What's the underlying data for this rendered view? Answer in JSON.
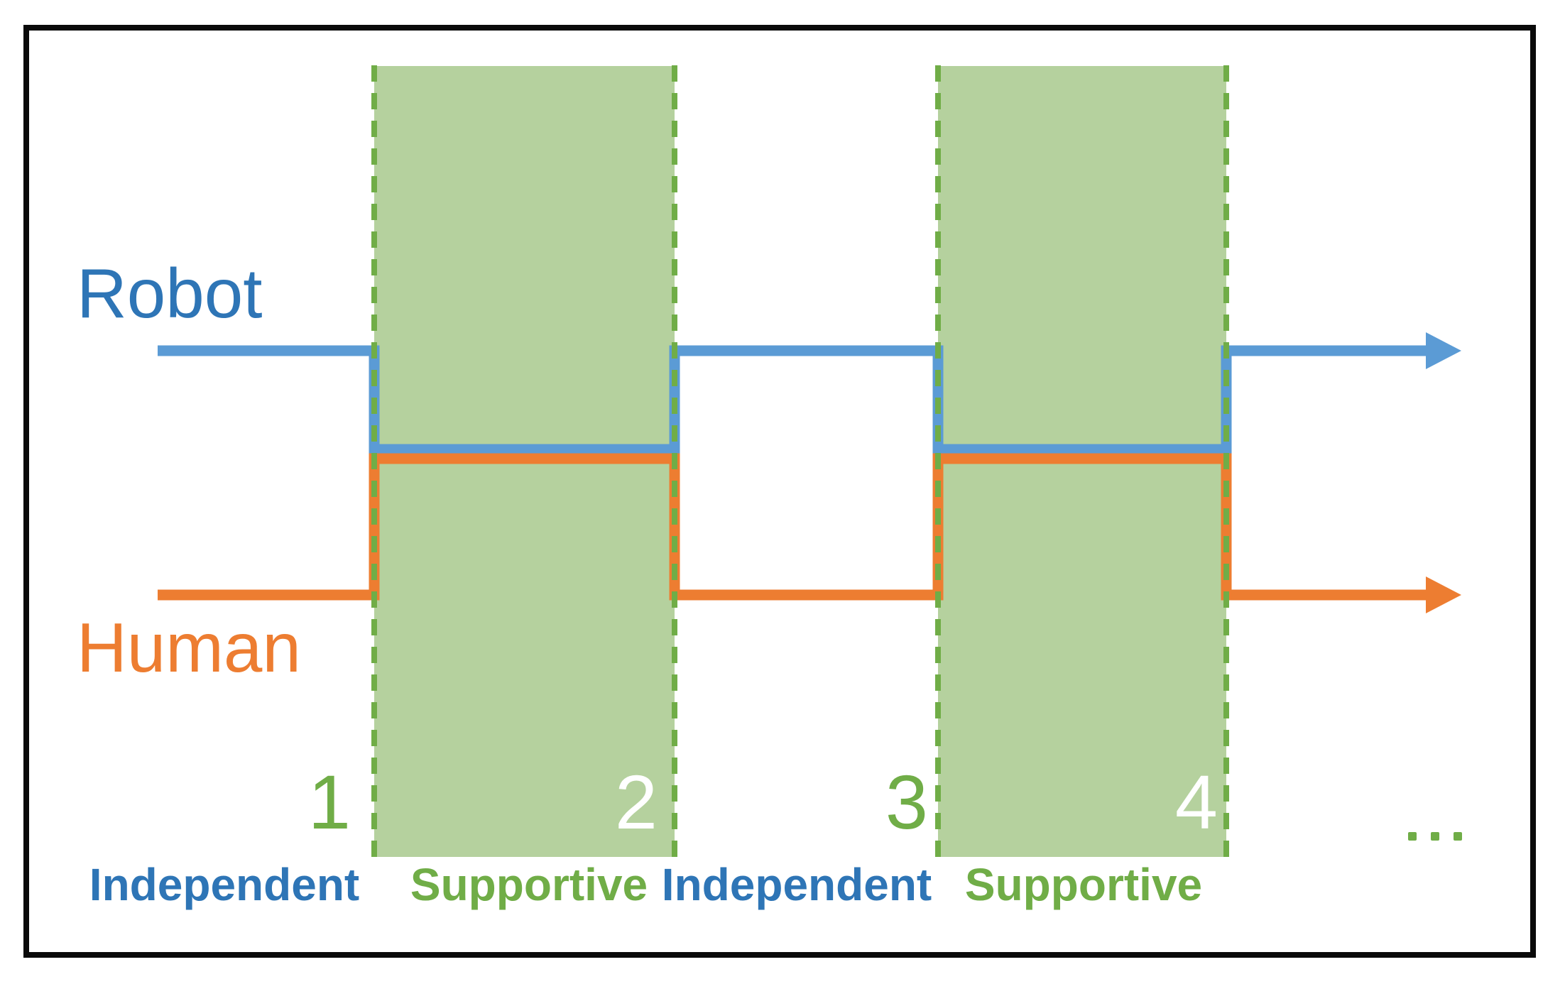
{
  "colors": {
    "robot_line": "#5B9BD5",
    "robot_text": "#2E75B6",
    "human_line": "#ED7D31",
    "phase_green": "#70AD47",
    "supportive_fill": "#B5D19E",
    "marker_white": "#FFFFFF",
    "frame_black": "#0A0A0A"
  },
  "lanes": {
    "robot_label": "Robot",
    "human_label": "Human"
  },
  "markers": [
    {
      "value": "1",
      "style": "green"
    },
    {
      "value": "2",
      "style": "white"
    },
    {
      "value": "3",
      "style": "green"
    },
    {
      "value": "4",
      "style": "white"
    }
  ],
  "phases": [
    {
      "label": "Independent",
      "type": "independent"
    },
    {
      "label": "Supportive",
      "type": "supportive"
    },
    {
      "label": "Independent",
      "type": "independent"
    },
    {
      "label": "Supportive",
      "type": "supportive"
    }
  ],
  "ellipsis": "..."
}
